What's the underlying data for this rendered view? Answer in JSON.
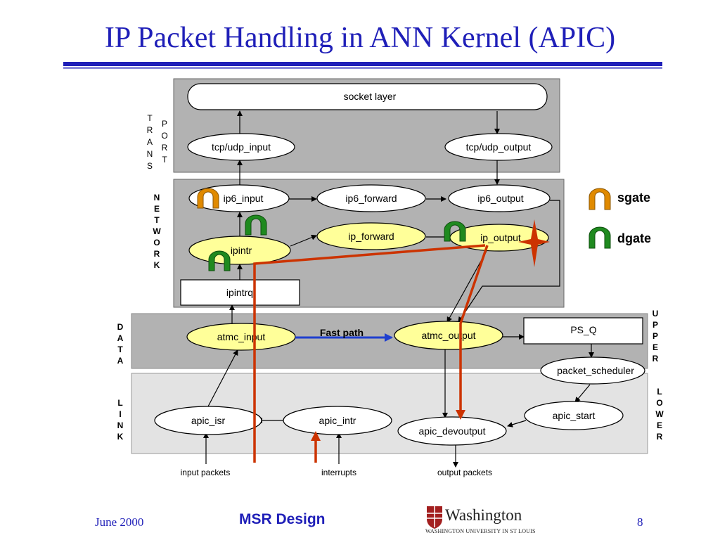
{
  "slide": {
    "title": "IP Packet Handling in ANN Kernel (APIC)",
    "footer_date": "June  2000",
    "footer_center": "MSR Design",
    "page_number": "8",
    "logo_name": "Washington",
    "logo_sub": "WASHINGTON UNIVERSITY IN ST LOUIS"
  },
  "diagram": {
    "nodes": {
      "socket_layer": "socket layer",
      "tcp_udp_input": "tcp/udp_input",
      "tcp_udp_output": "tcp/udp_output",
      "ip6_input": "ip6_input",
      "ip6_forward": "ip6_forward",
      "ip6_output": "ip6_output",
      "ip_forward": "ip_forward",
      "ip_output": "ip_output",
      "ipintr": "ipintr",
      "ipintrq": "ipintrq",
      "atmc_input": "atmc_input",
      "atmc_output": "atmc_output",
      "ps_q": "PS_Q",
      "packet_scheduler": "packet_scheduler",
      "apic_isr": "apic_isr",
      "apic_intr": "apic_intr",
      "apic_devoutput": "apic_devoutput",
      "apic_start": "apic_start"
    },
    "fast_path_label": "Fast path",
    "bottom_labels": {
      "input_packets": "input packets",
      "interrupts": "interrupts",
      "output_packets": "output packets"
    },
    "layer_labels": {
      "trans": [
        "T",
        "R",
        "A",
        "N",
        "S"
      ],
      "port": [
        "P",
        "O",
        "R",
        "T"
      ],
      "network": [
        "N",
        "E",
        "T",
        "W",
        "O",
        "R",
        "K"
      ],
      "data": [
        "D",
        "A",
        "T",
        "A"
      ],
      "link": [
        "L",
        "I",
        "N",
        "K"
      ],
      "upper": [
        "U",
        "P",
        "P",
        "E",
        "R"
      ],
      "lower": [
        "L",
        "O",
        "W",
        "E",
        "R"
      ]
    },
    "legend": {
      "sgate": "sgate",
      "dgate": "dgate"
    },
    "colors": {
      "gray_box": "#b2b2b2",
      "light_box": "#e3e3e3",
      "yellow_node": "#ffff99",
      "red_path": "#cc3300",
      "blue_path": "#1f3fcf",
      "sgate": "#e08a00",
      "dgate": "#1f8a1f",
      "title_blue": "#1f1fb8"
    }
  }
}
